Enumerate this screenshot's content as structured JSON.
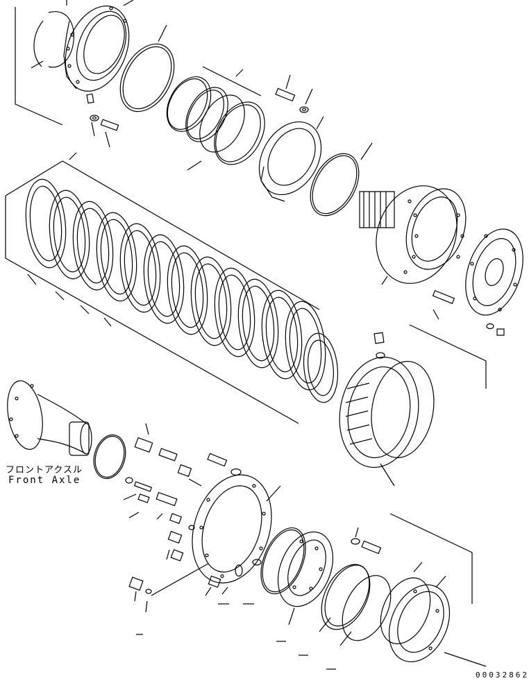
{
  "labels": {
    "front_axle_jp": "フロントアクスル",
    "front_axle_en": "Front Axle"
  },
  "document_number": "00032862",
  "colors": {
    "line": "#000000",
    "background": "#ffffff"
  }
}
